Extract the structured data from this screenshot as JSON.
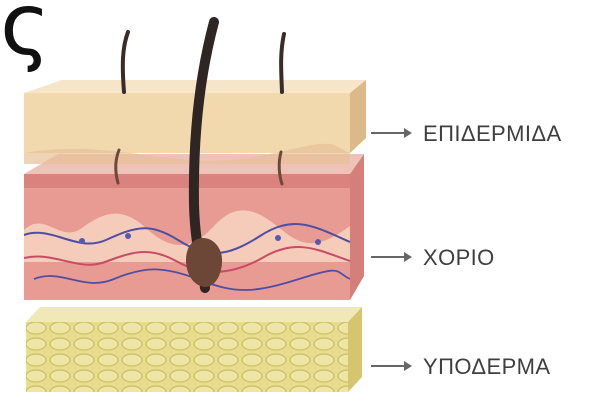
{
  "diagram": {
    "title_fragment": "ς",
    "layers": [
      {
        "label": "ΕΠΙΔΕΡΜΙΔΑ",
        "color": "#f2d8ad"
      },
      {
        "label": "ΧΟΡΙΟ",
        "color": "#e89b93"
      },
      {
        "label": "ΥΠΟΔΕΡΜΑ",
        "color": "#e8dc91"
      }
    ]
  }
}
